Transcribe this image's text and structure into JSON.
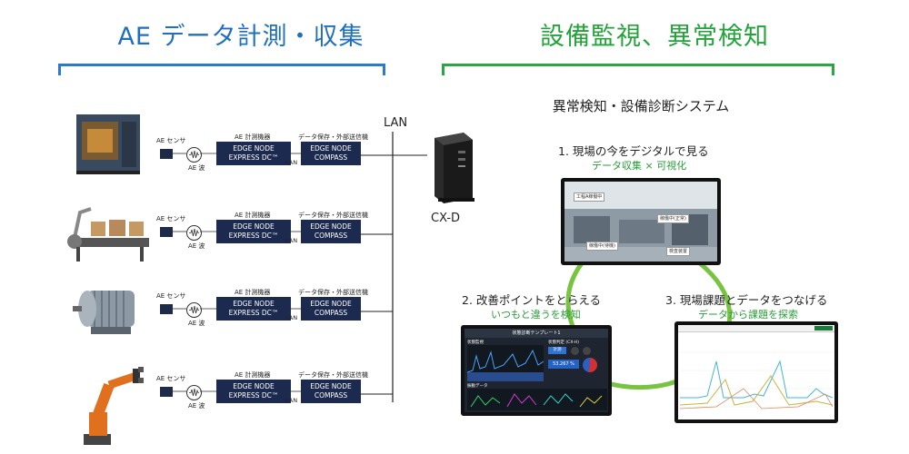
{
  "header": {
    "left_title": "AE データ計測・収集",
    "right_title": "設備監視、異常検知"
  },
  "network": {
    "lan_label": "LAN",
    "server_label": "CX-D"
  },
  "rows": [
    {
      "sensor_label": "AE センサ",
      "wave_label": "AE 波",
      "meter_caption": "AE 計測機器",
      "node_line1": "EDGE NODE",
      "node_line2": "EXPRESS DC™",
      "link_label": "LAN",
      "compass_caption": "データ保存・外部送信機",
      "compass_line1": "EDGE NODE",
      "compass_line2": "COMPASS"
    },
    {
      "sensor_label": "AE センサ",
      "wave_label": "AE 波",
      "meter_caption": "AE 計測機器",
      "node_line1": "EDGE NODE",
      "node_line2": "EXPRESS DC™",
      "link_label": "LAN",
      "compass_caption": "データ保存・外部送信機",
      "compass_line1": "EDGE NODE",
      "compass_line2": "COMPASS"
    },
    {
      "sensor_label": "AE センサ",
      "wave_label": "AE 波",
      "meter_caption": "AE 計測機器",
      "node_line1": "EDGE NODE",
      "node_line2": "EXPRESS DC™",
      "link_label": "LAN",
      "compass_caption": "データ保存・外部送信機",
      "compass_line1": "EDGE NODE",
      "compass_line2": "COMPASS"
    },
    {
      "sensor_label": "AE センサ",
      "wave_label": "AE 波",
      "meter_caption": "AE 計測機器",
      "node_line1": "EDGE NODE",
      "node_line2": "EXPRESS DC™",
      "link_label": "LAN",
      "compass_caption": "データ保存・外部送信機",
      "compass_line1": "EDGE NODE",
      "compass_line2": "COMPASS"
    }
  ],
  "system": {
    "title": "異常検知・設備診断システム",
    "step1_title": "1. 現場の今をデジタルで見る",
    "step1_sub": "データ収集 × 可視化",
    "step2_title": "2. 改善ポイントをとらえる",
    "step2_sub": "いつもと違うを検知",
    "step3_title": "3. 現場課題とデータをつなげる",
    "step3_sub": "データから課題を探索"
  },
  "screen1": {
    "tags": [
      "工程A稼働中",
      "稼働中(正常)",
      "稼働中(待機)",
      "検査装置"
    ]
  },
  "screen2": {
    "title": "状態診断テンプレート1",
    "panel_left_label": "状態監視",
    "panel_right_label": "状態判定 (CX-H)",
    "button_label": "計測",
    "readout": "53.267 %",
    "bottom_label": "振動データ"
  },
  "colors": {
    "blue": "#1f6fbf",
    "green": "#24a33a",
    "navy": "#1b2a4e"
  }
}
